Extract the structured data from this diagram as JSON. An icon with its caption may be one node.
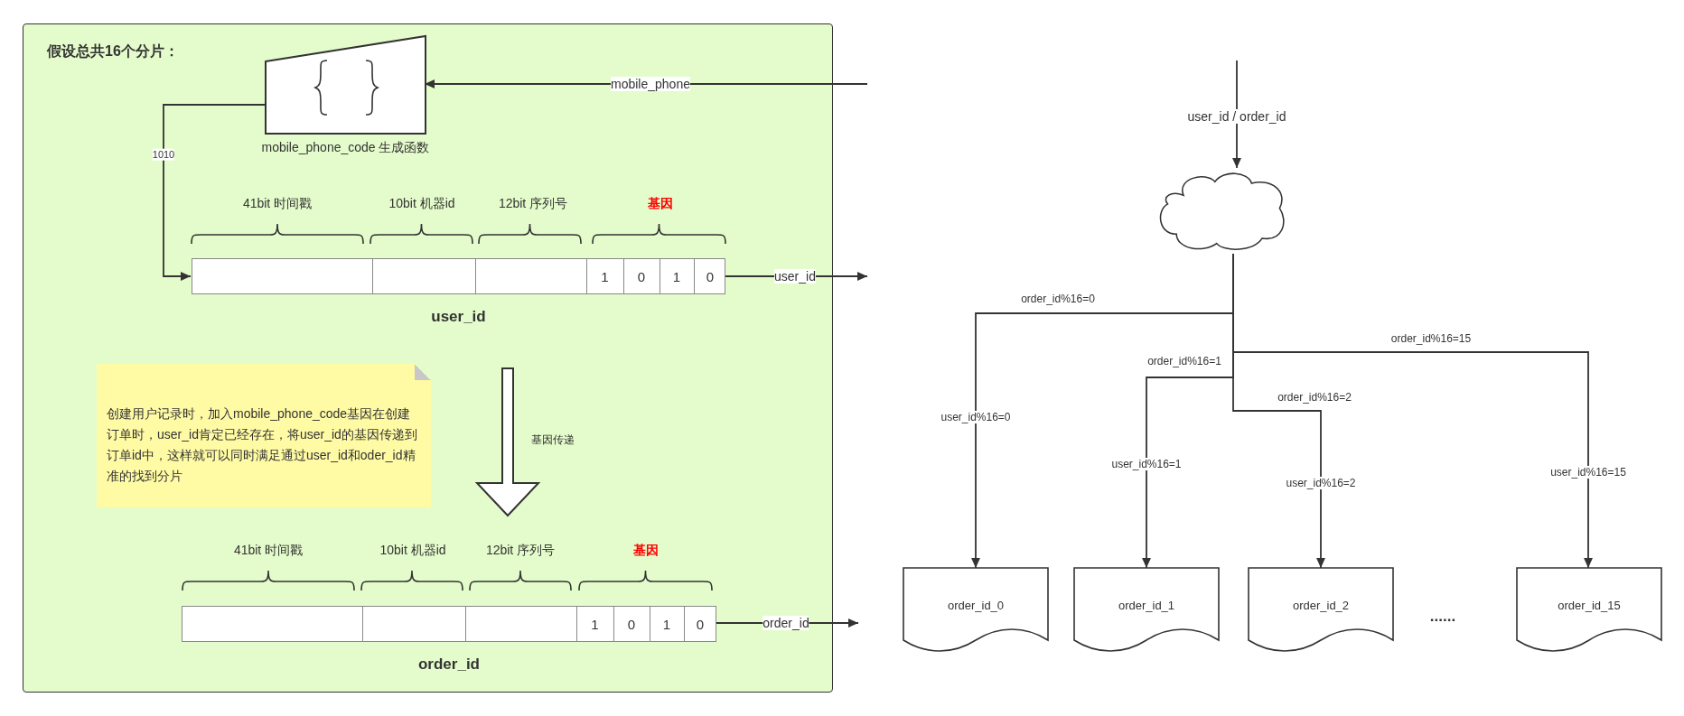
{
  "diagram": {
    "nodes": [
      {
        "text": [
          "假设总共16个分片："
        ]
      },
      {
        "text": [
          "mobile_phone_code 生成函数"
        ],
        "in": 0
      },
      {
        "text": [
          "1",
          "0",
          "1",
          "0"
        ],
        "beside": [
          "user_id"
        ],
        "in": 0
      },
      {
        "text": [
          "创建用户记录时，加入mobile_phone_code基因在创建订单时，user_id肯定已经存在，将user_id的基因传递到订单id中，这样就可以同时满足通过user_id和oder_id精准的找到分片"
        ],
        "in": 0
      },
      {
        "text": [
          "1",
          "0",
          "1",
          "0"
        ],
        "beside": [
          "order_id"
        ],
        "in": 0
      },
      {
        "text": [],
        "shape": "cloud"
      },
      {
        "text": [
          "order_id_0"
        ]
      },
      {
        "text": [
          "order_id_1"
        ]
      },
      {
        "text": [
          "order_id_2"
        ]
      },
      {
        "text": [
          "order_id_15"
        ]
      }
    ],
    "edges": [
      {
        "from": null,
        "to": 1,
        "arrow": "to",
        "label": "mobile_phone"
      },
      {
        "from": 1,
        "to": 2,
        "arrow": "to",
        "label": "1010"
      },
      {
        "from": 2,
        "to": null,
        "arrow": "to",
        "label": "user_id"
      },
      {
        "from": 2,
        "to": 4,
        "arrow": "to",
        "label": "基因传递",
        "style": "thick"
      },
      {
        "from": 4,
        "to": null,
        "arrow": "to",
        "label": "order_id"
      },
      {
        "from": null,
        "to": 5,
        "arrow": "to",
        "label": "user_id / order_id"
      },
      {
        "from": 5,
        "to": 6,
        "arrow": "to",
        "label": "order_id%16=0"
      },
      {
        "from": 5,
        "to": 7,
        "arrow": "to",
        "label": "order_id%16=1"
      },
      {
        "from": 5,
        "to": 8,
        "arrow": "to",
        "label": "order_id%16=2"
      },
      {
        "from": 5,
        "to": 9,
        "arrow": "to",
        "label": "order_id%16=15"
      }
    ],
    "labels": [
      "41bit 时间戳",
      "10bit 机器id",
      "12bit 序列号",
      "基因",
      "41bit 时间戳",
      "10bit 机器id",
      "12bit 序列号",
      "基因",
      "user_id%16=0",
      "user_id%16=1",
      "user_id%16=2",
      "user_id%16=15",
      "......"
    ]
  }
}
